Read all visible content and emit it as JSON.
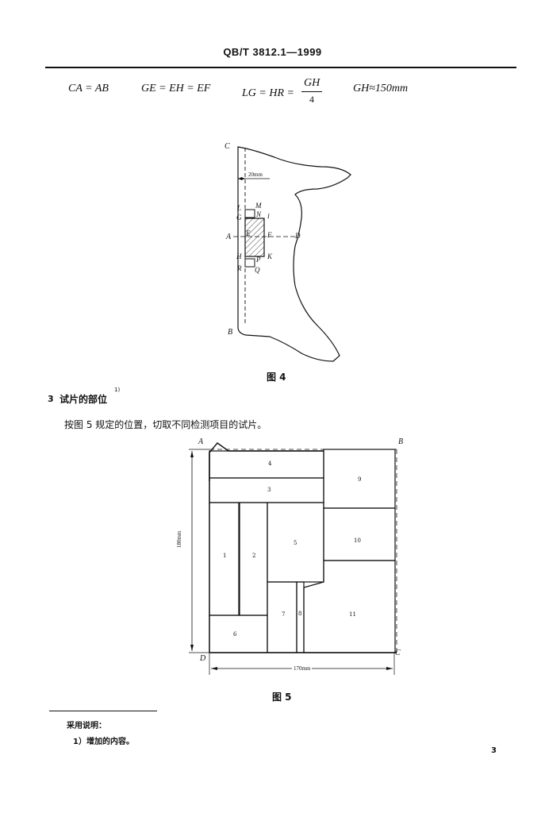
{
  "header": {
    "standard_id": "QB/T 3812.1—1999"
  },
  "formulas": {
    "f1": "CA = AB",
    "f2": "GE = EH = EF",
    "f3_left": "LG = HR =",
    "f3_num": "GH",
    "f3_den": "4",
    "f4": "GH≈150mm"
  },
  "figure4": {
    "caption": "图 4",
    "dim_label": "20mm",
    "points": {
      "C": "C",
      "A": "A",
      "B": "B",
      "D": "D",
      "L": "L",
      "M": "M",
      "G": "G",
      "N": "N",
      "I": "I",
      "E": "E",
      "F": "F",
      "H": "H",
      "P": "P",
      "K": "K",
      "R": "R",
      "Q": "Q"
    }
  },
  "section3": {
    "number": "3",
    "title": "试片的部位",
    "footnote_mark": "1)",
    "body": "按图 5 规定的位置，切取不同检测项目的试片。"
  },
  "figure5": {
    "caption": "图 5",
    "corners": {
      "A": "A",
      "B": "B",
      "C": "C",
      "D": "D"
    },
    "height_label": "180mm",
    "width_label": "170mm",
    "regions": [
      "1",
      "2",
      "3",
      "4",
      "5",
      "6",
      "7",
      "8",
      "9",
      "10",
      "11"
    ]
  },
  "footnotes": {
    "title": "采用说明：",
    "item1": "1）增加的内容。"
  },
  "page_number": "3"
}
